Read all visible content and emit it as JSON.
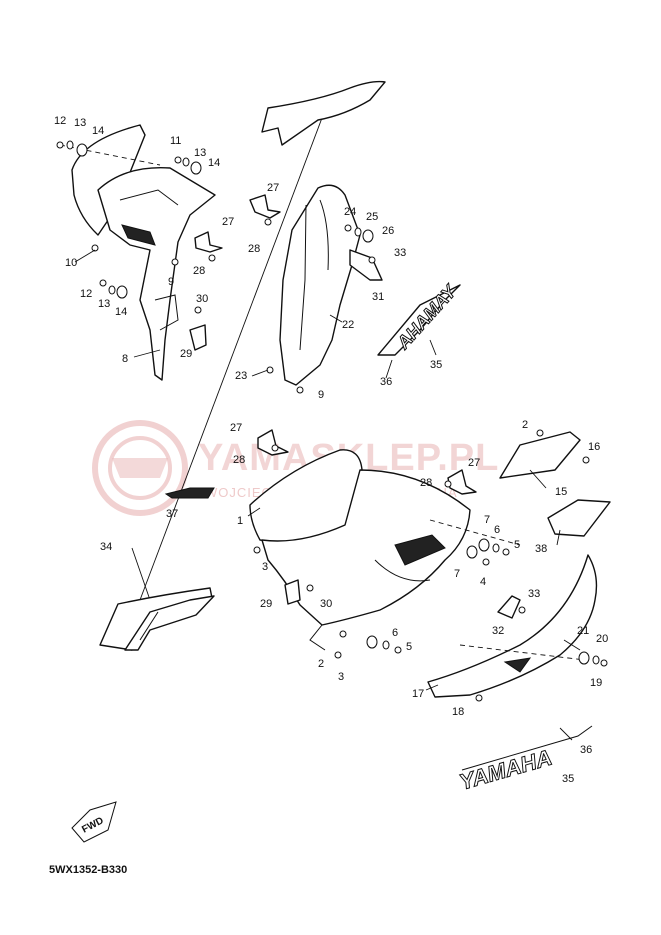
{
  "watermark": {
    "text": "YAMASKLEP.PL",
    "subtext": "WOJCIECHOWSKI DEALER YAMAHA"
  },
  "diagram_code": "5WX1352-B330",
  "fwd_label": "FWD",
  "decals": {
    "yamaha_text": "YAMAHA",
    "mirrored_text": "AHAMAY"
  },
  "callouts": [
    "1",
    "2",
    "2",
    "3",
    "3",
    "4",
    "5",
    "5",
    "6",
    "6",
    "7",
    "7",
    "8",
    "9",
    "9",
    "10",
    "11",
    "12",
    "12",
    "13",
    "13",
    "13",
    "14",
    "14",
    "14",
    "15",
    "16",
    "17",
    "18",
    "19",
    "20",
    "21",
    "22",
    "23",
    "24",
    "25",
    "26",
    "27",
    "27",
    "27",
    "27",
    "28",
    "28",
    "28",
    "28",
    "29",
    "29",
    "30",
    "30",
    "31",
    "32",
    "33",
    "33",
    "34",
    "35",
    "35",
    "36",
    "36",
    "37",
    "38"
  ]
}
